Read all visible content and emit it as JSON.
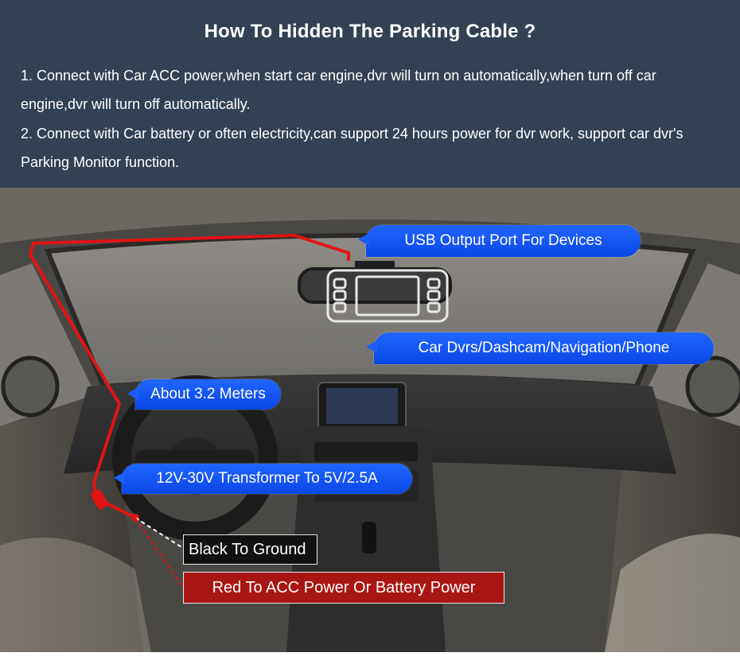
{
  "title": "How To Hidden The Parking Cable ?",
  "paragraphs": [
    "1. Connect with Car ACC power,when start car engine,dvr will turn on automatically,when turn off car engine,dvr will turn off automatically.",
    "2. Connect with Car battery or often electricity,can support 24 hours power for dvr work, support car dvr's Parking Monitor function."
  ],
  "callouts": {
    "usb": "USB Output Port For Devices",
    "devices": "Car Dvrs/Dashcam/Navigation/Phone",
    "length": "About 3.2 Meters",
    "transformer": "12V-30V Transformer To 5V/2.5A"
  },
  "labels": {
    "black": "Black To Ground",
    "red": "Red To ACC Power Or Battery Power"
  },
  "colors": {
    "header_bg": "#344153",
    "callout_blue": "#1a56f5",
    "cable_red": "#e11414",
    "red_label_bg": "#a81613",
    "black_label_bg": "#111111"
  },
  "icons": [
    "rearview-mirror-icon",
    "dash-camera-icon",
    "steering-wheel-icon"
  ]
}
